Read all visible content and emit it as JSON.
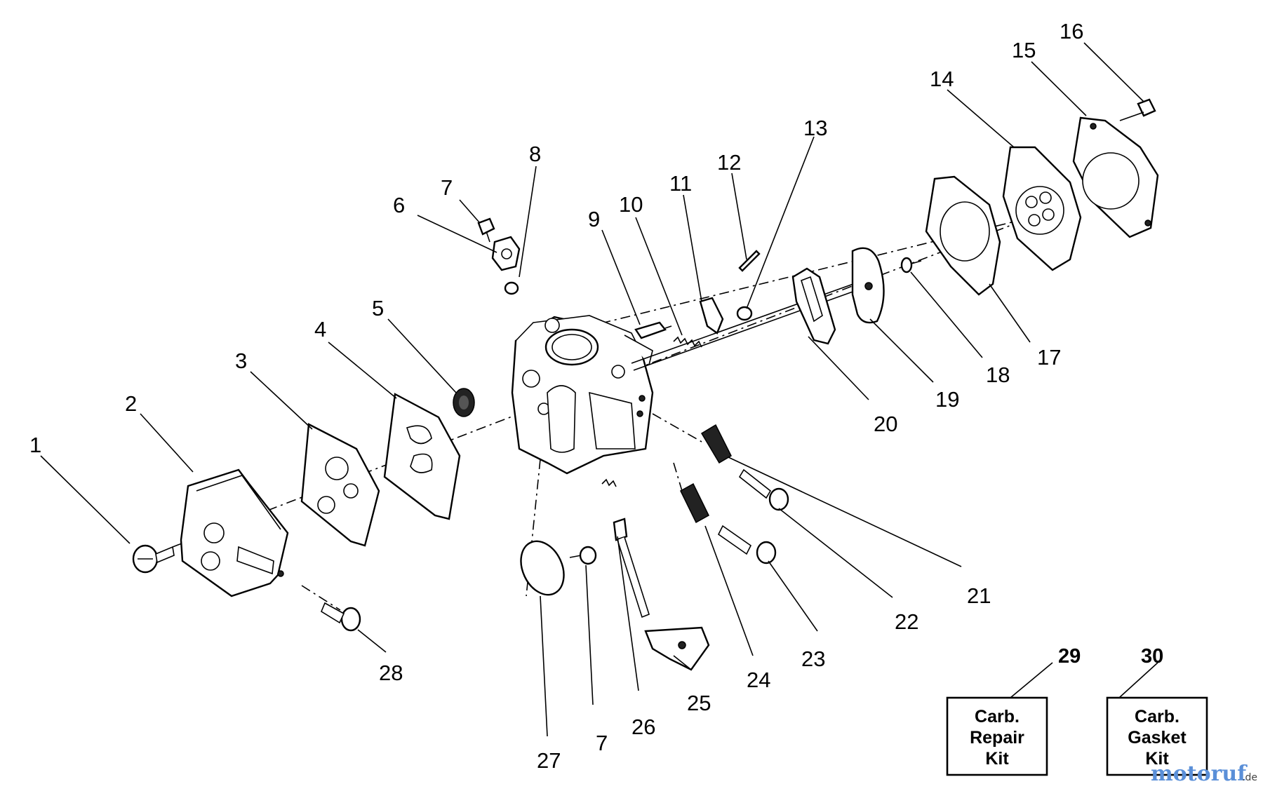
{
  "callouts": [
    "1",
    "2",
    "3",
    "4",
    "5",
    "6",
    "7",
    "8",
    "9",
    "10",
    "11",
    "12",
    "13",
    "14",
    "15",
    "16",
    "17",
    "18",
    "19",
    "20",
    "21",
    "22",
    "23",
    "24",
    "25",
    "26",
    "27",
    "28",
    "7",
    "29",
    "30"
  ],
  "kits": [
    {
      "number": "29",
      "lines": [
        "Carb.",
        "Repair",
        "Kit"
      ]
    },
    {
      "number": "30",
      "lines": [
        "Carb.",
        "Gasket",
        "Kit"
      ]
    }
  ],
  "watermark": {
    "brand": "motoruf",
    "suffix": ".de"
  }
}
